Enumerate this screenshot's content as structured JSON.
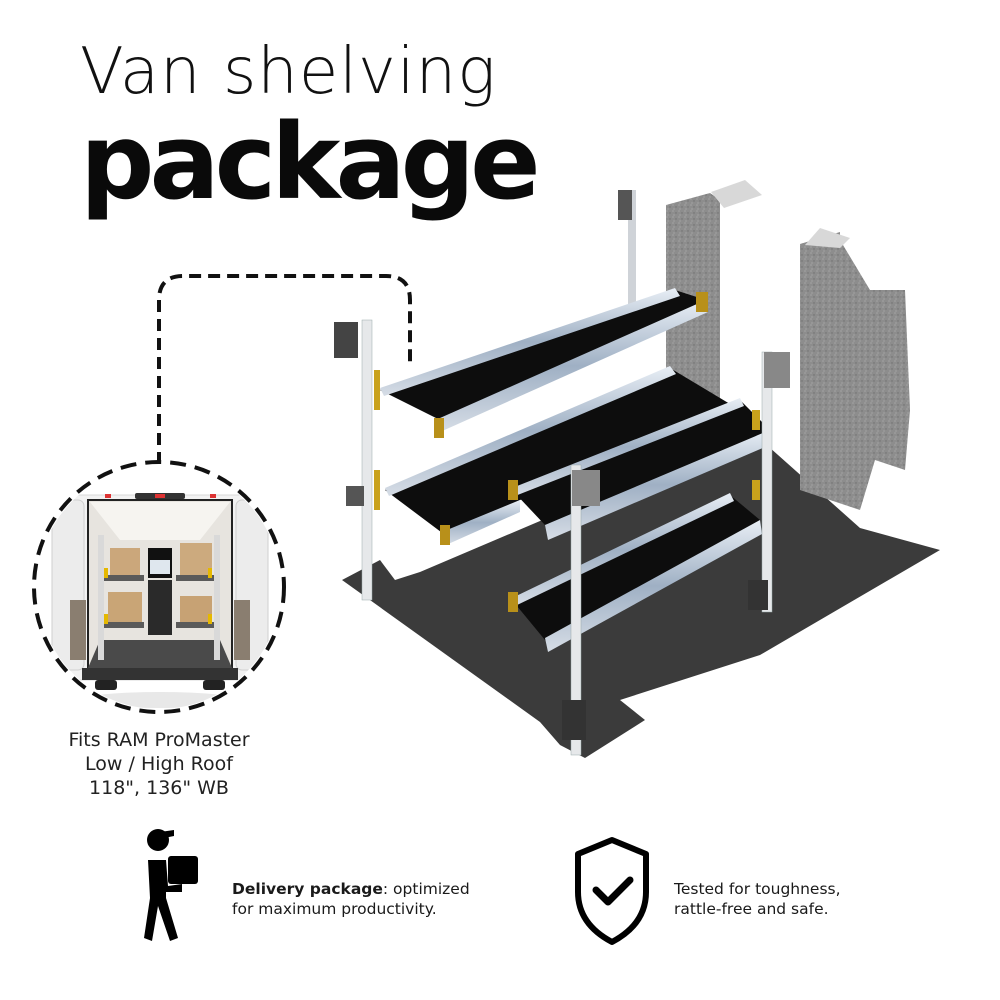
{
  "header": {
    "title_line1": "Van shelving",
    "title_line2": "package"
  },
  "inset": {
    "image_subject": "RAM ProMaster van rear view with installed shelving and boxes",
    "caption_lines": [
      "Fits RAM ProMaster",
      "Low / High Roof",
      "118\", 136\" WB"
    ]
  },
  "product": {
    "image_subject": "Van shelving units on floor with partition panels"
  },
  "features": [
    {
      "icon": "delivery-person-icon",
      "bold": "Delivery package",
      "text": ": optimized",
      "text_line2": "for maximum productivity."
    },
    {
      "icon": "shield-check-icon",
      "text": "Tested for toughness,",
      "text_line2": "rattle-free and safe."
    }
  ],
  "colors": {
    "accent_yellow": "#FDB71F",
    "text_dark": "#111111",
    "floor_gray": "#3a3a3a",
    "shelf_black": "#0d0d0d",
    "panel_gray": "#8a8a8a"
  }
}
